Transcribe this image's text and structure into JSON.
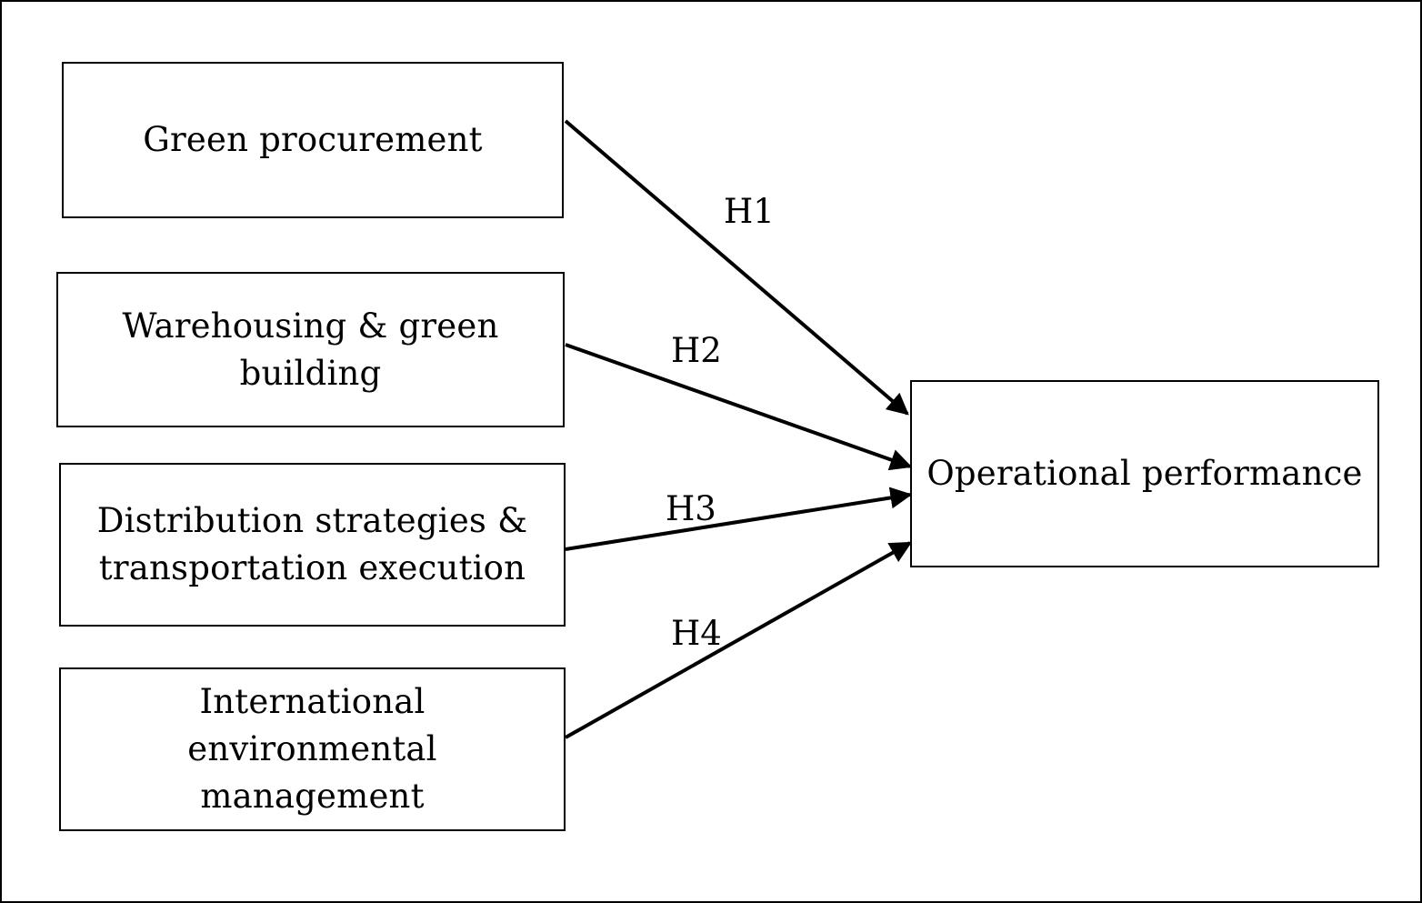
{
  "constructs": {
    "green_procurement": "Green procurement",
    "warehousing_green_building": "Warehousing & green building",
    "distribution_transportation": "Distribution strategies & transportation execution",
    "international_environmental_management": "International environmental management",
    "operational_performance": "Operational performance"
  },
  "hypotheses": {
    "h1": "H1",
    "h2": "H2",
    "h3": "H3",
    "h4": "H4"
  },
  "colors": {
    "line": "#000000",
    "background": "#ffffff"
  }
}
